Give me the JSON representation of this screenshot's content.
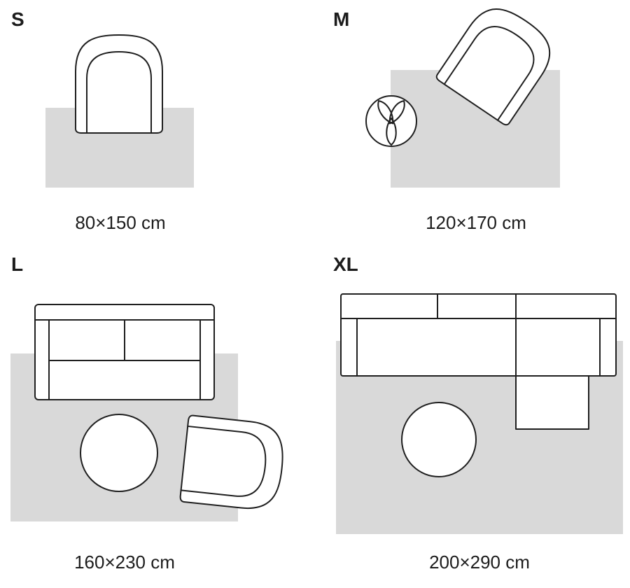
{
  "colors": {
    "rug": "#d9d9d9",
    "line": "#1f1f1f",
    "text": "#1c1c1c",
    "background": "#ffffff"
  },
  "panels": [
    {
      "id": "s",
      "size_label": "S",
      "dimensions": "80×150 cm"
    },
    {
      "id": "m",
      "size_label": "M",
      "dimensions": "120×170 cm"
    },
    {
      "id": "l",
      "size_label": "L",
      "dimensions": "160×230 cm"
    },
    {
      "id": "xl",
      "size_label": "XL",
      "dimensions": "200×290 cm"
    }
  ]
}
